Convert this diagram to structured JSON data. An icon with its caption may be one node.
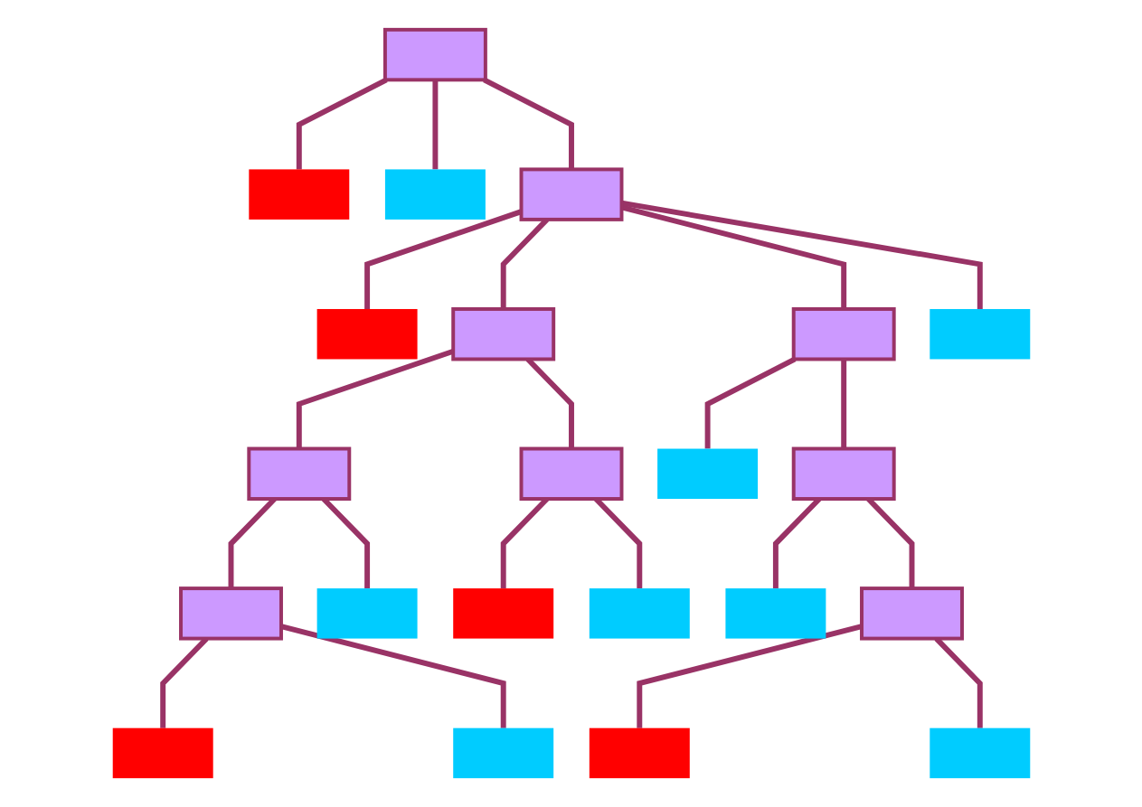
{
  "diagram": {
    "nodes": [
      {
        "text": [],
        "shape": "box"
      },
      {
        "text": [],
        "shape": "box"
      },
      {
        "text": [],
        "shape": "box"
      },
      {
        "text": [],
        "shape": "box"
      },
      {
        "text": [],
        "shape": "box"
      },
      {
        "text": [],
        "shape": "box"
      },
      {
        "text": [],
        "shape": "box"
      },
      {
        "text": [],
        "shape": "box"
      },
      {
        "text": [],
        "shape": "box"
      },
      {
        "text": [],
        "shape": "box"
      },
      {
        "text": [],
        "shape": "box"
      },
      {
        "text": [],
        "shape": "box"
      },
      {
        "text": [],
        "shape": "box"
      },
      {
        "text": [],
        "shape": "box"
      },
      {
        "text": [],
        "shape": "box"
      },
      {
        "text": [],
        "shape": "box"
      },
      {
        "text": [],
        "shape": "box"
      },
      {
        "text": [],
        "shape": "box"
      },
      {
        "text": [],
        "shape": "box"
      },
      {
        "text": [],
        "shape": "box"
      },
      {
        "text": [],
        "shape": "box"
      },
      {
        "text": [],
        "shape": "box"
      }
    ],
    "edges": [
      {
        "from": 0,
        "to": 1,
        "arrow": "none"
      },
      {
        "from": 0,
        "to": 2,
        "arrow": "none"
      },
      {
        "from": 0,
        "to": 3,
        "arrow": "none"
      },
      {
        "from": 3,
        "to": 4,
        "arrow": "none"
      },
      {
        "from": 3,
        "to": 5,
        "arrow": "none"
      },
      {
        "from": 3,
        "to": 6,
        "arrow": "none"
      },
      {
        "from": 3,
        "to": 7,
        "arrow": "none"
      },
      {
        "from": 5,
        "to": 8,
        "arrow": "none"
      },
      {
        "from": 5,
        "to": 9,
        "arrow": "none"
      },
      {
        "from": 6,
        "to": 10,
        "arrow": "none"
      },
      {
        "from": 6,
        "to": 11,
        "arrow": "none"
      },
      {
        "from": 8,
        "to": 12,
        "arrow": "none"
      },
      {
        "from": 8,
        "to": 13,
        "arrow": "none"
      },
      {
        "from": 9,
        "to": 14,
        "arrow": "none"
      },
      {
        "from": 9,
        "to": 15,
        "arrow": "none"
      },
      {
        "from": 11,
        "to": 16,
        "arrow": "none"
      },
      {
        "from": 11,
        "to": 17,
        "arrow": "none"
      },
      {
        "from": 12,
        "to": 18,
        "arrow": "none"
      },
      {
        "from": 12,
        "to": 19,
        "arrow": "none"
      },
      {
        "from": 17,
        "to": 20,
        "arrow": "none"
      },
      {
        "from": 17,
        "to": 21,
        "arrow": "none"
      }
    ]
  }
}
